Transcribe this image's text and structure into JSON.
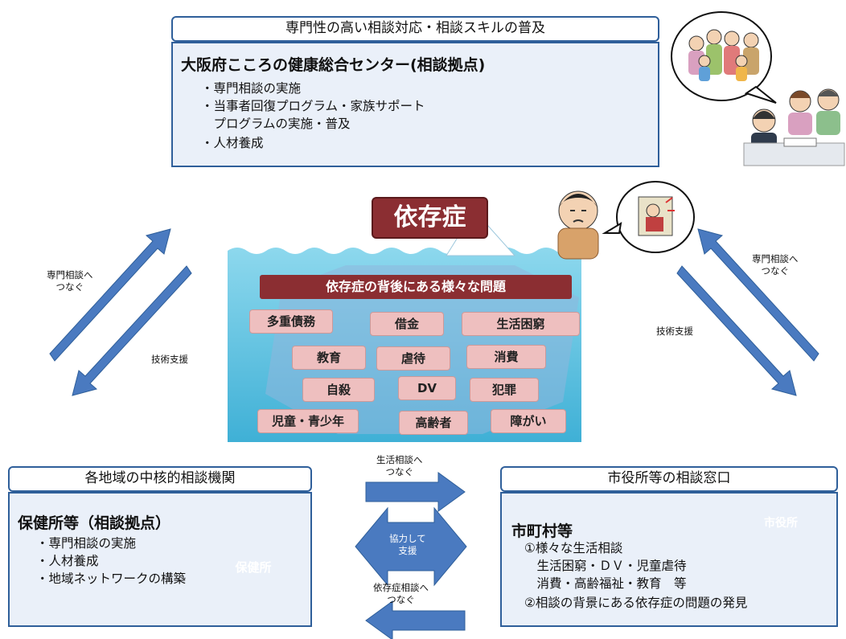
{
  "top_box": {
    "header": "専門性の高い相談対応・相談スキルの普及",
    "title": "大阪府こころの健康総合センター(相談拠点)",
    "items": [
      "・専門相談の実施",
      "・当事者回復プログラム・家族サポート",
      "　プログラムの実施・普及",
      "・人材養成"
    ]
  },
  "center": {
    "main_label": "依存症",
    "sub_label": "依存症の背後にある様々な問題",
    "issues": [
      "多重債務",
      "借金",
      "生活困窮",
      "教育",
      "虐待",
      "消費",
      "自殺",
      "DV",
      "犯罪",
      "児童・青少年",
      "高齢者",
      "障がい"
    ]
  },
  "arrows": {
    "left_up": [
      "専門相談へ",
      "つなぐ"
    ],
    "left_down": "技術支援",
    "right_up": [
      "専門相談へ",
      "つなぐ"
    ],
    "right_down": "技術支援",
    "bottom_right": [
      "生活相談へ",
      "つなぐ"
    ],
    "bottom_both": [
      "協力して",
      "支援"
    ],
    "bottom_left": [
      "依存症相談へ",
      "つなぐ"
    ]
  },
  "left_box": {
    "header": "各地域の中核的相談機関",
    "title": "保健所等（相談拠点）",
    "items": [
      "・専門相談の実施",
      "・人材養成",
      "・地域ネットワークの構築"
    ],
    "building_sign": "保健所"
  },
  "right_box": {
    "header": "市役所等の相談窓口",
    "title": "市町村等",
    "items": [
      "①様々な生活相談",
      "　生活困窮・ＤＶ・児童虐待",
      "　消費・高齢福祉・教育　等",
      "②相談の背景にある依存症の問題の発見"
    ],
    "building_sign": "市役所"
  },
  "colors": {
    "arrow": "#4a7ac0",
    "box_border": "#2f5f9a",
    "main_label_bg": "#8b2e32",
    "pill": "#eebfbf",
    "water": "#5fc6e4"
  }
}
